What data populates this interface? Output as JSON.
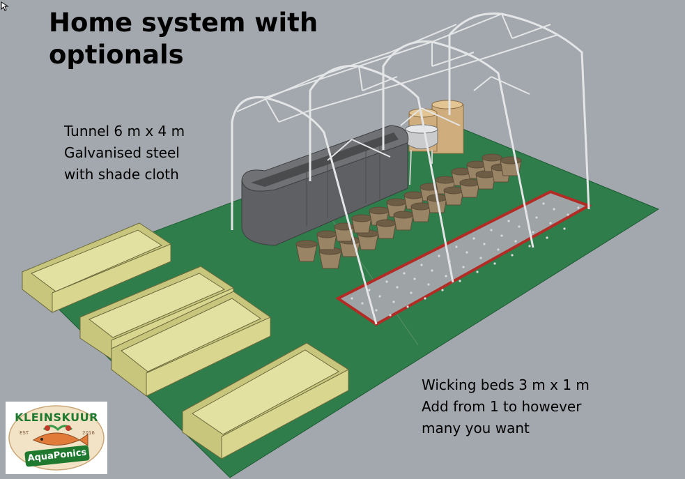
{
  "title": {
    "line1": "Home system with",
    "line2": "optionals"
  },
  "tunnel_note": {
    "line1": "Tunnel 6 m x 4 m",
    "line2": "Galvanised steel",
    "line3": "with shade cloth"
  },
  "wicking_note": {
    "line1": "Wicking beds 3 m x 1 m",
    "line2": "Add from 1 to however",
    "line3": "many you want"
  },
  "logo": {
    "top_text": "KLEINSKUUR",
    "bottom_text": "AquaPonics",
    "est": "EST",
    "year": "2016"
  },
  "colors": {
    "background": "#a3a8ae",
    "ground": "#2e7d4a",
    "bed": "#d8d68f",
    "tank": "#5f6063",
    "pot": "#9a8466",
    "gravel_border": "#c0392b"
  }
}
